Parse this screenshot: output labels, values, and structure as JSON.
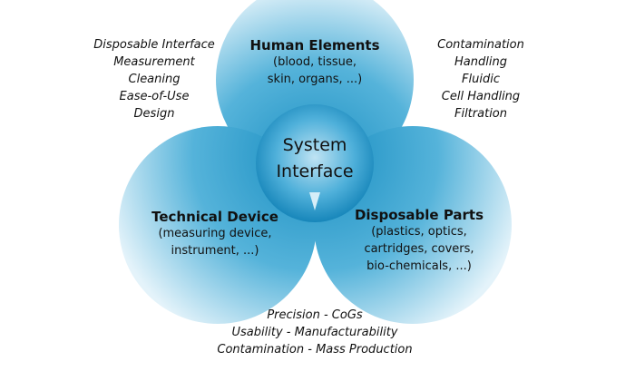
{
  "center": {
    "line1": "System",
    "line2": "Interface"
  },
  "human": {
    "title": "Human Elements",
    "sub1": "(blood, tissue,",
    "sub2": "skin, organs, ...)"
  },
  "technical": {
    "title": "Technical Device",
    "sub1": "(measuring device,",
    "sub2": "instrument, ...)"
  },
  "disposable": {
    "title": "Disposable Parts",
    "sub1": "(plastics, optics,",
    "sub2": "cartridges, covers,",
    "sub3": "bio-chemicals, ...)"
  },
  "left_list": [
    "Disposable Interface",
    "Measurement",
    "Cleaning",
    "Ease-of-Use",
    "Design"
  ],
  "right_list": [
    "Contamination",
    "Handling",
    "Fluidic",
    "Cell Handling",
    "Filtration"
  ],
  "bottom_list": [
    "Precision - CoGs",
    "Usability - Manufacturability",
    "Contamination - Mass Production"
  ],
  "colors": {
    "circle_dark": "#1e93c6",
    "circle_light": "#e4f3fa"
  }
}
